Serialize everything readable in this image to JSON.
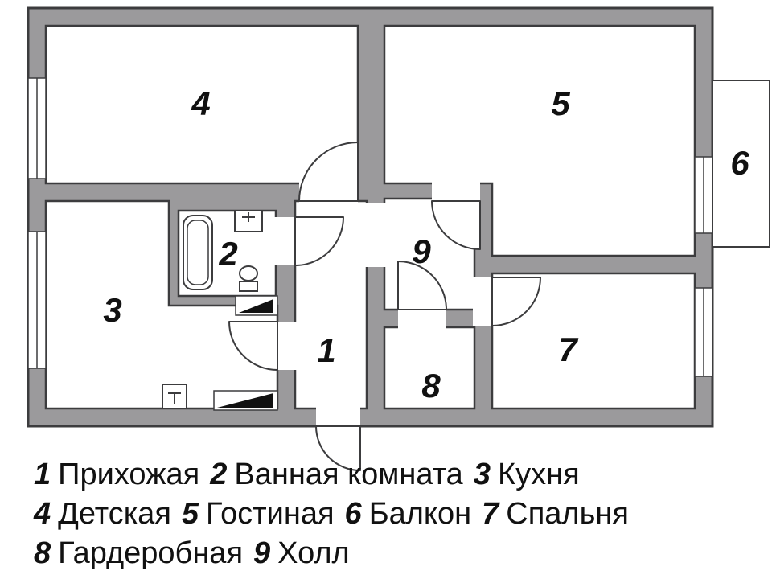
{
  "colors": {
    "wall": "#9b9a9c",
    "outline": "#3c3c3e",
    "room_fill": "#ffffff",
    "text": "#111111",
    "background": "#ffffff"
  },
  "rooms": [
    {
      "number": "1",
      "name": "Прихожая"
    },
    {
      "number": "2",
      "name": "Ванная комната"
    },
    {
      "number": "3",
      "name": "Кухня"
    },
    {
      "number": "4",
      "name": "Детская"
    },
    {
      "number": "5",
      "name": "Гостиная"
    },
    {
      "number": "6",
      "name": "Балкон"
    },
    {
      "number": "7",
      "name": "Спальня"
    },
    {
      "number": "8",
      "name": "Гардеробная"
    },
    {
      "number": "9",
      "name": "Холл"
    }
  ],
  "legend": {
    "lines": [
      {
        "items": [
          {
            "num": "1",
            "label": "Прихожая"
          },
          {
            "num": "2",
            "label": "Ванная комната"
          },
          {
            "num": "3",
            "label": "Кухня"
          }
        ]
      },
      {
        "items": [
          {
            "num": "4",
            "label": "Детская"
          },
          {
            "num": "5",
            "label": "Гостиная"
          },
          {
            "num": "6",
            "label": "Балкон"
          },
          {
            "num": "7",
            "label": "Спальня"
          }
        ]
      },
      {
        "items": [
          {
            "num": "8",
            "label": "Гардеробная"
          },
          {
            "num": "9",
            "label": "Холл"
          }
        ]
      }
    ]
  },
  "icons": {
    "fixtures": [
      "bathtub-icon",
      "washbasin-icon",
      "toilet-icon",
      "kitchen-sink-icon"
    ],
    "markers": [
      "black-wedge-icon",
      "black-wedge-icon"
    ],
    "doors": [
      "door-arc"
    ]
  }
}
